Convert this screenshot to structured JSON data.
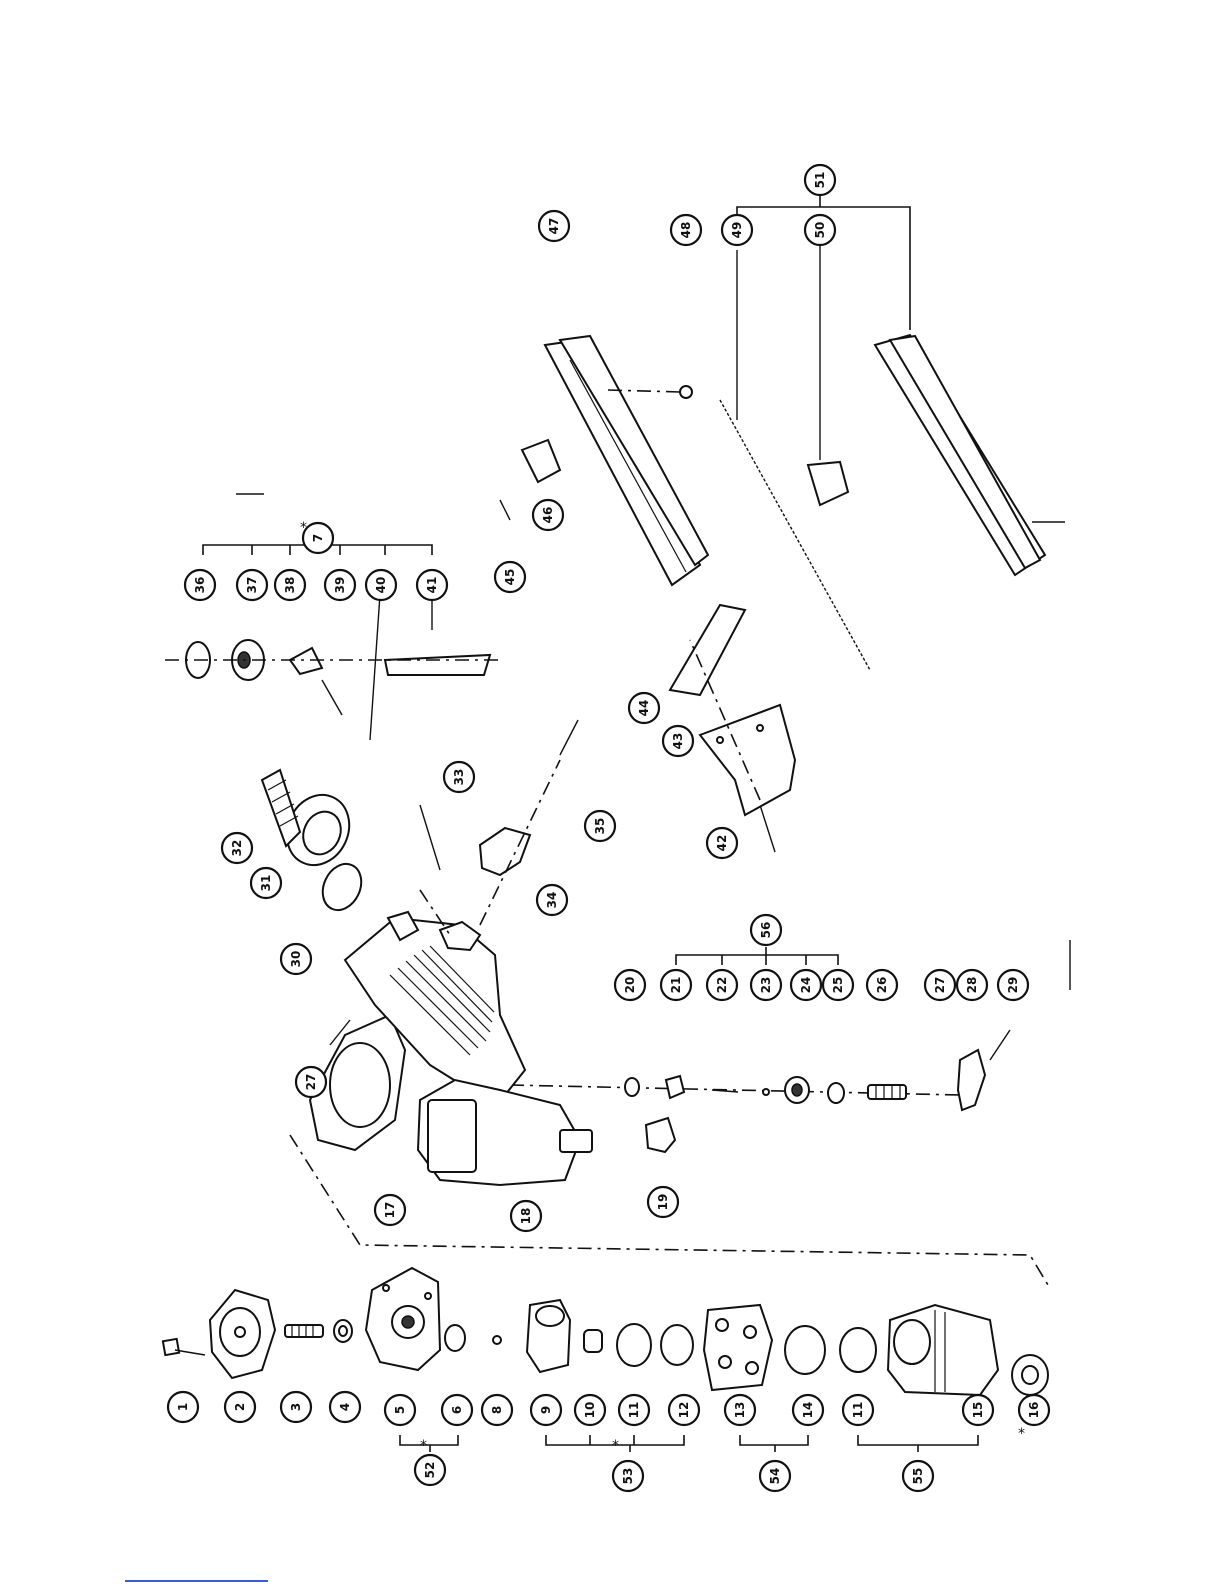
{
  "diagram": {
    "callouts": [
      {
        "id": "c1",
        "label": "1"
      },
      {
        "id": "c2",
        "label": "2"
      },
      {
        "id": "c3",
        "label": "3"
      },
      {
        "id": "c4",
        "label": "4"
      },
      {
        "id": "c5",
        "label": "5"
      },
      {
        "id": "c6",
        "label": "6"
      },
      {
        "id": "c8",
        "label": "8"
      },
      {
        "id": "c9",
        "label": "9"
      },
      {
        "id": "c10",
        "label": "10"
      },
      {
        "id": "c11a",
        "label": "11"
      },
      {
        "id": "c12",
        "label": "12"
      },
      {
        "id": "c13",
        "label": "13"
      },
      {
        "id": "c14",
        "label": "14"
      },
      {
        "id": "c11b",
        "label": "11"
      },
      {
        "id": "c15",
        "label": "15"
      },
      {
        "id": "c16",
        "label": "16"
      },
      {
        "id": "c52",
        "label": "52"
      },
      {
        "id": "c53a",
        "label": "53"
      },
      {
        "id": "c54",
        "label": "54"
      },
      {
        "id": "c55",
        "label": "55"
      },
      {
        "id": "c17",
        "label": "17"
      },
      {
        "id": "c18",
        "label": "18"
      },
      {
        "id": "c19",
        "label": "19"
      },
      {
        "id": "c20",
        "label": "20"
      },
      {
        "id": "c21",
        "label": "21"
      },
      {
        "id": "c22",
        "label": "22"
      },
      {
        "id": "c23",
        "label": "23"
      },
      {
        "id": "c24",
        "label": "24"
      },
      {
        "id": "c25",
        "label": "25"
      },
      {
        "id": "c26",
        "label": "26"
      },
      {
        "id": "c56",
        "label": "56"
      },
      {
        "id": "c27a",
        "label": "27"
      },
      {
        "id": "c27b",
        "label": "27"
      },
      {
        "id": "c28",
        "label": "28"
      },
      {
        "id": "c29",
        "label": "29"
      },
      {
        "id": "c30",
        "label": "30"
      },
      {
        "id": "c31",
        "label": "31"
      },
      {
        "id": "c32",
        "label": "32"
      },
      {
        "id": "c33",
        "label": "33"
      },
      {
        "id": "c34",
        "label": "34"
      },
      {
        "id": "c35",
        "label": "35"
      },
      {
        "id": "c7",
        "label": "7"
      },
      {
        "id": "c36",
        "label": "36"
      },
      {
        "id": "c37",
        "label": "37"
      },
      {
        "id": "c38",
        "label": "38"
      },
      {
        "id": "c39",
        "label": "39"
      },
      {
        "id": "c40",
        "label": "40"
      },
      {
        "id": "c41",
        "label": "41"
      },
      {
        "id": "c42",
        "label": "42"
      },
      {
        "id": "c43",
        "label": "43"
      },
      {
        "id": "c44",
        "label": "44"
      },
      {
        "id": "c45",
        "label": "45"
      },
      {
        "id": "c46",
        "label": "46"
      },
      {
        "id": "c47",
        "label": "47"
      },
      {
        "id": "c48",
        "label": "48"
      },
      {
        "id": "c49",
        "label": "49"
      },
      {
        "id": "c50",
        "label": "50"
      },
      {
        "id": "c51",
        "label": "51"
      }
    ],
    "asterisk": "*"
  }
}
